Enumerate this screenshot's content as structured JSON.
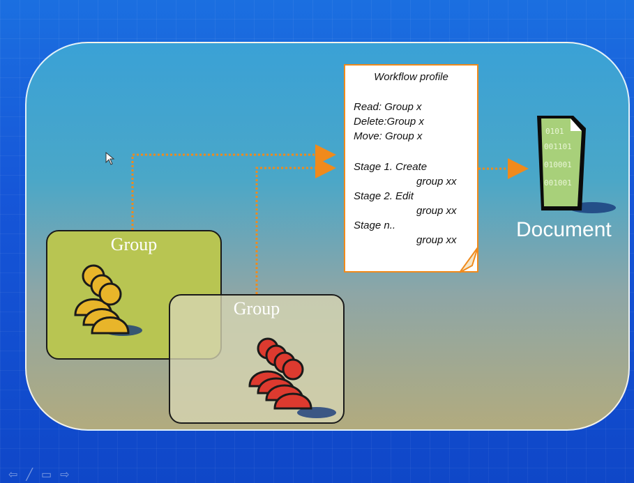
{
  "groups": [
    {
      "label": "Group"
    },
    {
      "label": "Group"
    }
  ],
  "workflow": {
    "title": "Workflow profile",
    "read": "Read:  Group x",
    "delete": "Delete:Group x",
    "move": "Move:  Group x",
    "stage1": "Stage 1. Create",
    "stage1_group": "group xx",
    "stage2": "Stage 2. Edit",
    "stage2_group": "group xx",
    "stagen": "Stage n..",
    "stagen_group": "group xx"
  },
  "document": {
    "label": "Document",
    "icon": "binary-document-icon",
    "binary_lines": [
      "0101",
      "001101",
      "010001",
      "001001"
    ]
  },
  "colors": {
    "arrow": "#f08a1c",
    "group_a": "#b8c552",
    "people_a": "#e8b52a",
    "people_b": "#dd3a2f"
  },
  "navigation": {
    "prev_icon": "arrow-left-icon",
    "pen_icon": "pen-icon",
    "menu_icon": "menu-icon",
    "next_icon": "arrow-right-icon"
  }
}
